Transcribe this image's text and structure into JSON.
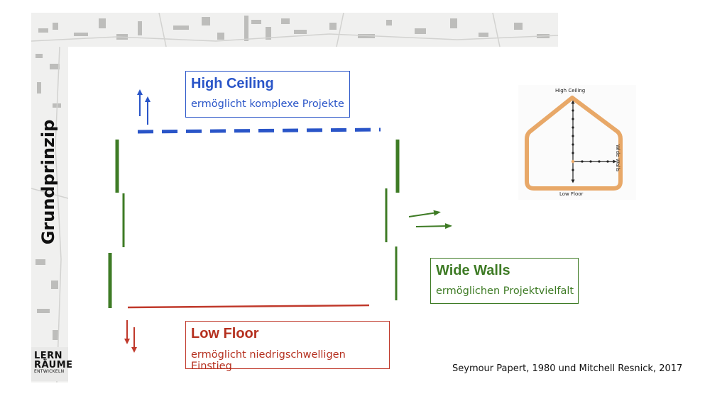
{
  "side_title": "Grundprinzip",
  "logo": {
    "line1": "LERN",
    "line2": "RÄUME",
    "line3": "ENTWICKELN"
  },
  "ceiling": {
    "title": "High Ceiling",
    "subtitle": "ermöglicht komplexe Projekte",
    "color": "#2a55c8"
  },
  "walls": {
    "title": "Wide Walls",
    "subtitle": "ermöglichen Projektvielfalt",
    "color": "#3e7b25"
  },
  "floor": {
    "title": "Low Floor",
    "subtitle": "ermöglicht niedrigschwelligen Einstieg",
    "color": "#b5301f"
  },
  "house_diagram": {
    "ceiling_label": "High Ceiling",
    "walls_label": "Wide Walls",
    "floor_label": "Low Floor",
    "outline_color": "#e8a868"
  },
  "citation": "Seymour Papert, 1980 und Mitchell Resnick, 2017"
}
